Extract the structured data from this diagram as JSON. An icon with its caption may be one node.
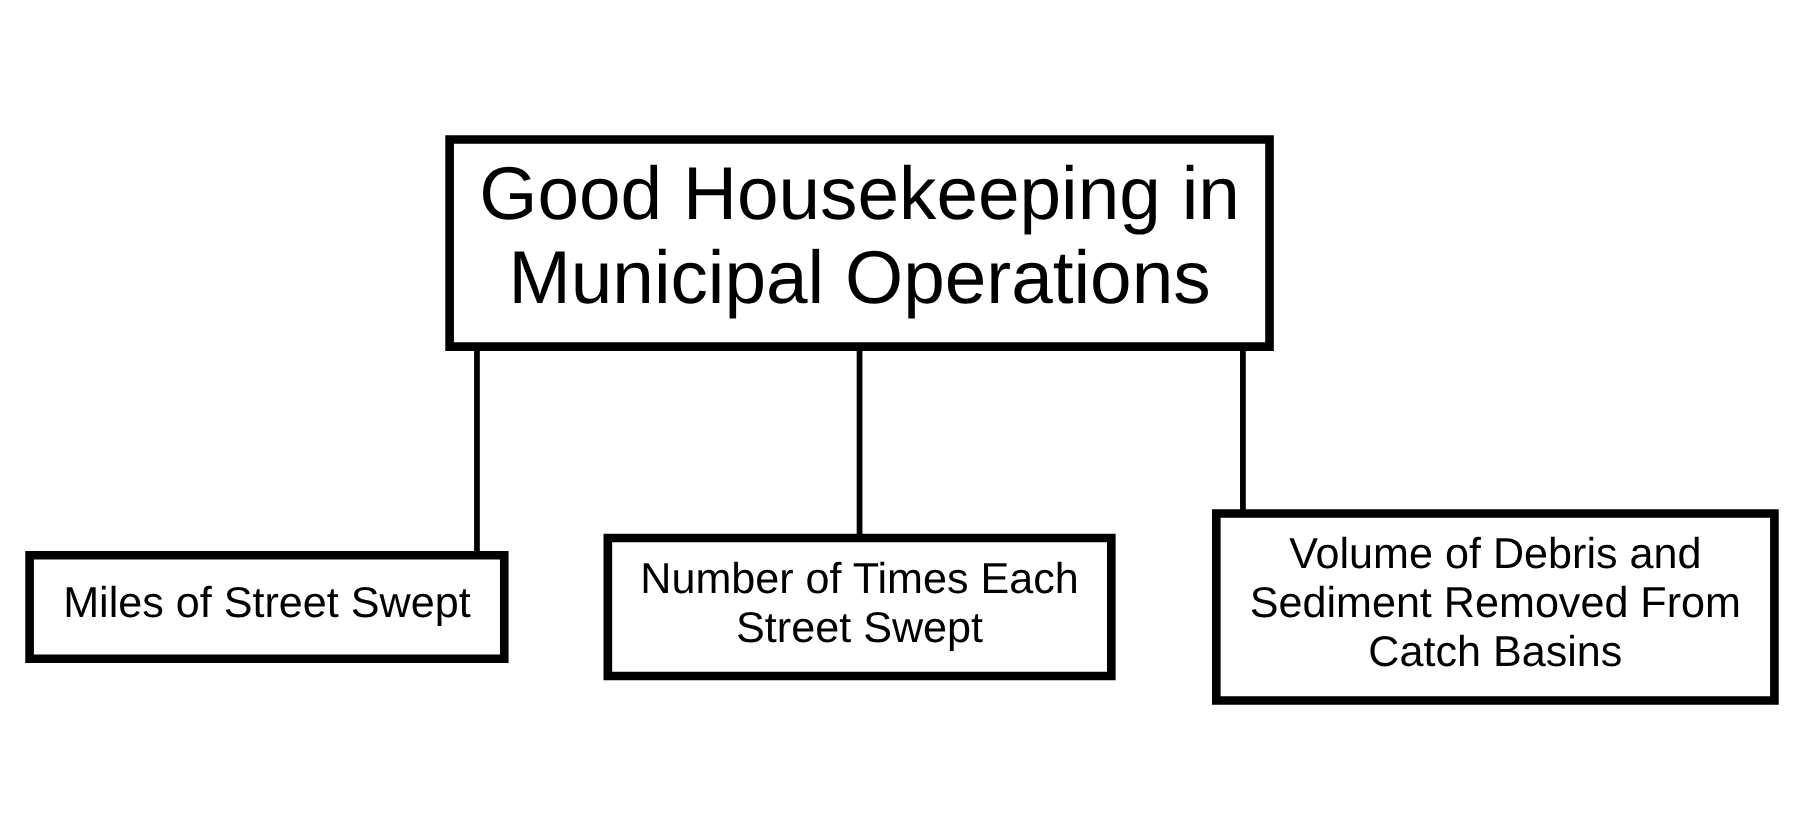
{
  "diagram": {
    "nodes": [
      {
        "text": [
          "Good Housekeeping in Municipal Operations"
        ]
      },
      {
        "text": [
          "Miles of Street Swept"
        ]
      },
      {
        "text": [
          "Number of Times Each Street Swept"
        ]
      },
      {
        "text": [
          "Volume of Debris and Sediment Removed From Catch Basins"
        ]
      }
    ],
    "edges": [
      {
        "from": 0,
        "to": 1,
        "arrow": "none"
      },
      {
        "from": 0,
        "to": 2,
        "arrow": "none"
      },
      {
        "from": 0,
        "to": 3,
        "arrow": "none"
      }
    ]
  }
}
